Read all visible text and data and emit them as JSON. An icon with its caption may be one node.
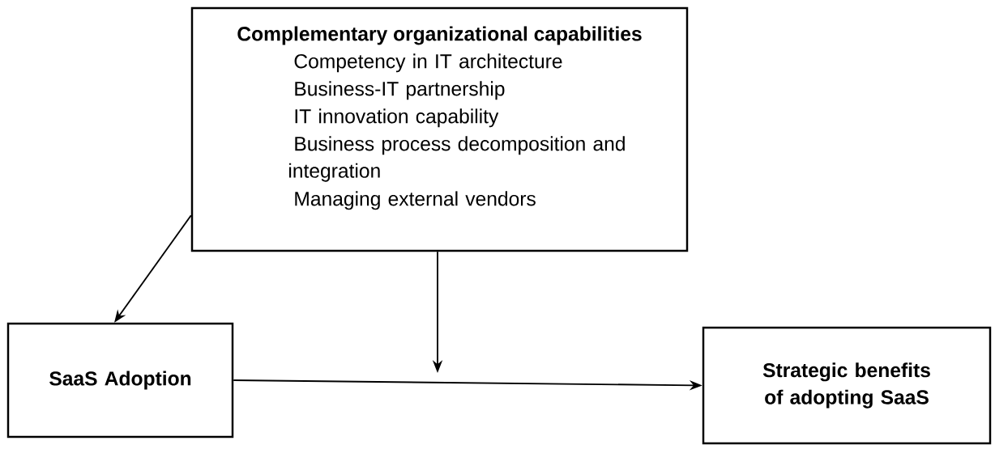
{
  "diagram": {
    "nodes": [
      {
        "text": [
          "Complementary organizational capabilities",
          "Competency in IT architecture",
          "Business-IT partnership",
          "IT innovation capability",
          "Business process decomposition and integration",
          "Managing external vendors"
        ]
      },
      {
        "text": [
          "SaaS Adoption"
        ]
      },
      {
        "text": [
          "Strategic benefits of adopting SaaS"
        ]
      }
    ],
    "edges": [
      {
        "from": 0,
        "to": 1,
        "arrow": "to"
      },
      {
        "from": 1,
        "to": 2,
        "arrow": "to"
      },
      {
        "from": 0,
        "to": null,
        "arrow": "to"
      }
    ]
  }
}
